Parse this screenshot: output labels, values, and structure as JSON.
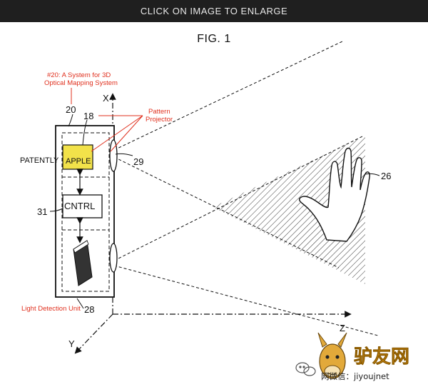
{
  "header": {
    "banner": "CLICK ON IMAGE TO ENLARGE"
  },
  "figure": {
    "title": "FIG. 1",
    "patent_note_line1": "#20: A System for 3D",
    "patent_note_line2": "Optical Mapping System",
    "pattern_projector_line1": "Pattern",
    "pattern_projector_line2": "Projector",
    "light_detection_unit": "Light Detection Unit",
    "ref_20": "20",
    "ref_18": "18",
    "ref_29": "29",
    "ref_26": "26",
    "ref_31": "31",
    "ref_28": "28",
    "axis_x": "X",
    "axis_y": "Y",
    "axis_z": "Z",
    "patently_left": "PATENTLY",
    "apple_box": "APPLE",
    "cntrl_box": "CNTRL"
  },
  "watermark": {
    "text": "网微信：jiyoujnet"
  },
  "colors": {
    "annotation_red": "#e0301e",
    "highlight_yellow": "#f2e24a",
    "banner_bg": "#1f1f1f"
  }
}
